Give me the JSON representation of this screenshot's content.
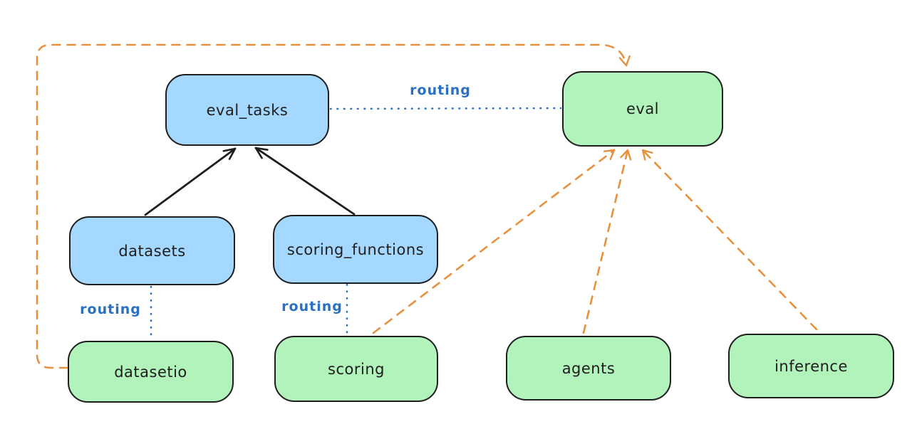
{
  "diagram": {
    "title": "",
    "colors": {
      "blue_node_fill": "#a5d8ff",
      "green_node_fill": "#b2f2bb",
      "node_stroke": "#1e1e1e",
      "solid_arrow": "#1e1e1e",
      "routing_line": "#2970c3",
      "provider_arrow": "#e8913d",
      "background": "#ffffff"
    },
    "boxes": [
      {
        "id": "eval_tasks",
        "label": "eval_tasks",
        "color": "blue"
      },
      {
        "id": "eval",
        "label": "eval",
        "color": "green"
      },
      {
        "id": "datasets",
        "label": "datasets",
        "color": "blue"
      },
      {
        "id": "scoring_functions",
        "label": "scoring_functions",
        "color": "blue"
      },
      {
        "id": "datasetio",
        "label": "datasetio",
        "color": "green"
      },
      {
        "id": "scoring",
        "label": "scoring",
        "color": "green"
      },
      {
        "id": "agents",
        "label": "agents",
        "color": "green"
      },
      {
        "id": "inference",
        "label": "inference",
        "color": "green"
      }
    ],
    "edges": [
      {
        "from": "datasets",
        "to": "eval_tasks",
        "style": "solid-arrow",
        "color": "#1e1e1e"
      },
      {
        "from": "scoring_functions",
        "to": "eval_tasks",
        "style": "solid-arrow",
        "color": "#1e1e1e"
      },
      {
        "from": "eval_tasks",
        "to": "eval",
        "style": "dotted",
        "color": "#2970c3",
        "label": "routing"
      },
      {
        "from": "datasets",
        "to": "datasetio",
        "style": "dotted",
        "color": "#2970c3",
        "label": "routing"
      },
      {
        "from": "scoring_functions",
        "to": "scoring",
        "style": "dotted",
        "color": "#2970c3",
        "label": "routing"
      },
      {
        "from": "datasetio",
        "to": "eval",
        "style": "dashed-arrow",
        "color": "#e8913d"
      },
      {
        "from": "scoring",
        "to": "eval",
        "style": "dashed-arrow",
        "color": "#e8913d"
      },
      {
        "from": "agents",
        "to": "eval",
        "style": "dashed-arrow",
        "color": "#e8913d"
      },
      {
        "from": "inference",
        "to": "eval",
        "style": "dashed-arrow",
        "color": "#e8913d"
      }
    ]
  }
}
